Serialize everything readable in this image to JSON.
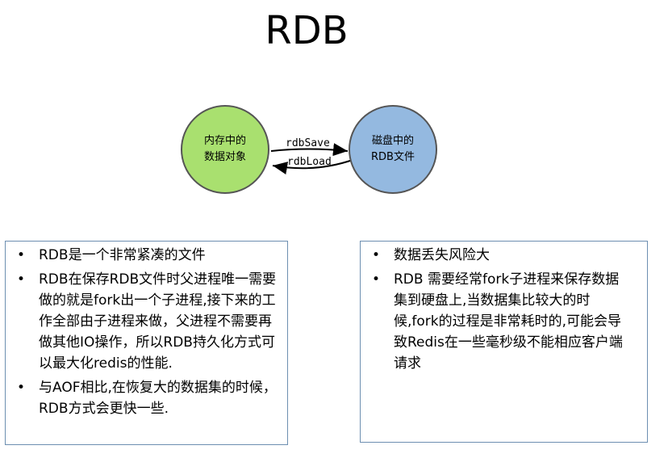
{
  "title": "RDB",
  "diagram": {
    "nodes": [
      {
        "line1": "内存中的",
        "line2": "数据对象",
        "color": "#a9e06f"
      },
      {
        "line1": "磁盘中的",
        "line2": "RDB文件",
        "color": "#94b9e0"
      }
    ],
    "edges": {
      "save": "rdbSave",
      "load": "rdbLoad"
    }
  },
  "left_box": {
    "bullets": [
      "RDB是一个非常紧凑的文件",
      "RDB在保存RDB文件时父进程唯一需要做的就是fork出一个子进程,接下来的工作全部由子进程来做，父进程不需要再做其他IO操作，所以RDB持久化方式可以最大化redis的性能.",
      "与AOF相比,在恢复大的数据集的时候，RDB方式会更快一些."
    ]
  },
  "right_box": {
    "bullets": [
      "数据丢失风险大",
      "RDB 需要经常fork子进程来保存数据集到硬盘上,当数据集比较大的时候,fork的过程是非常耗时的,可能会导致Redis在一些毫秒级不能相应客户端请求"
    ]
  }
}
